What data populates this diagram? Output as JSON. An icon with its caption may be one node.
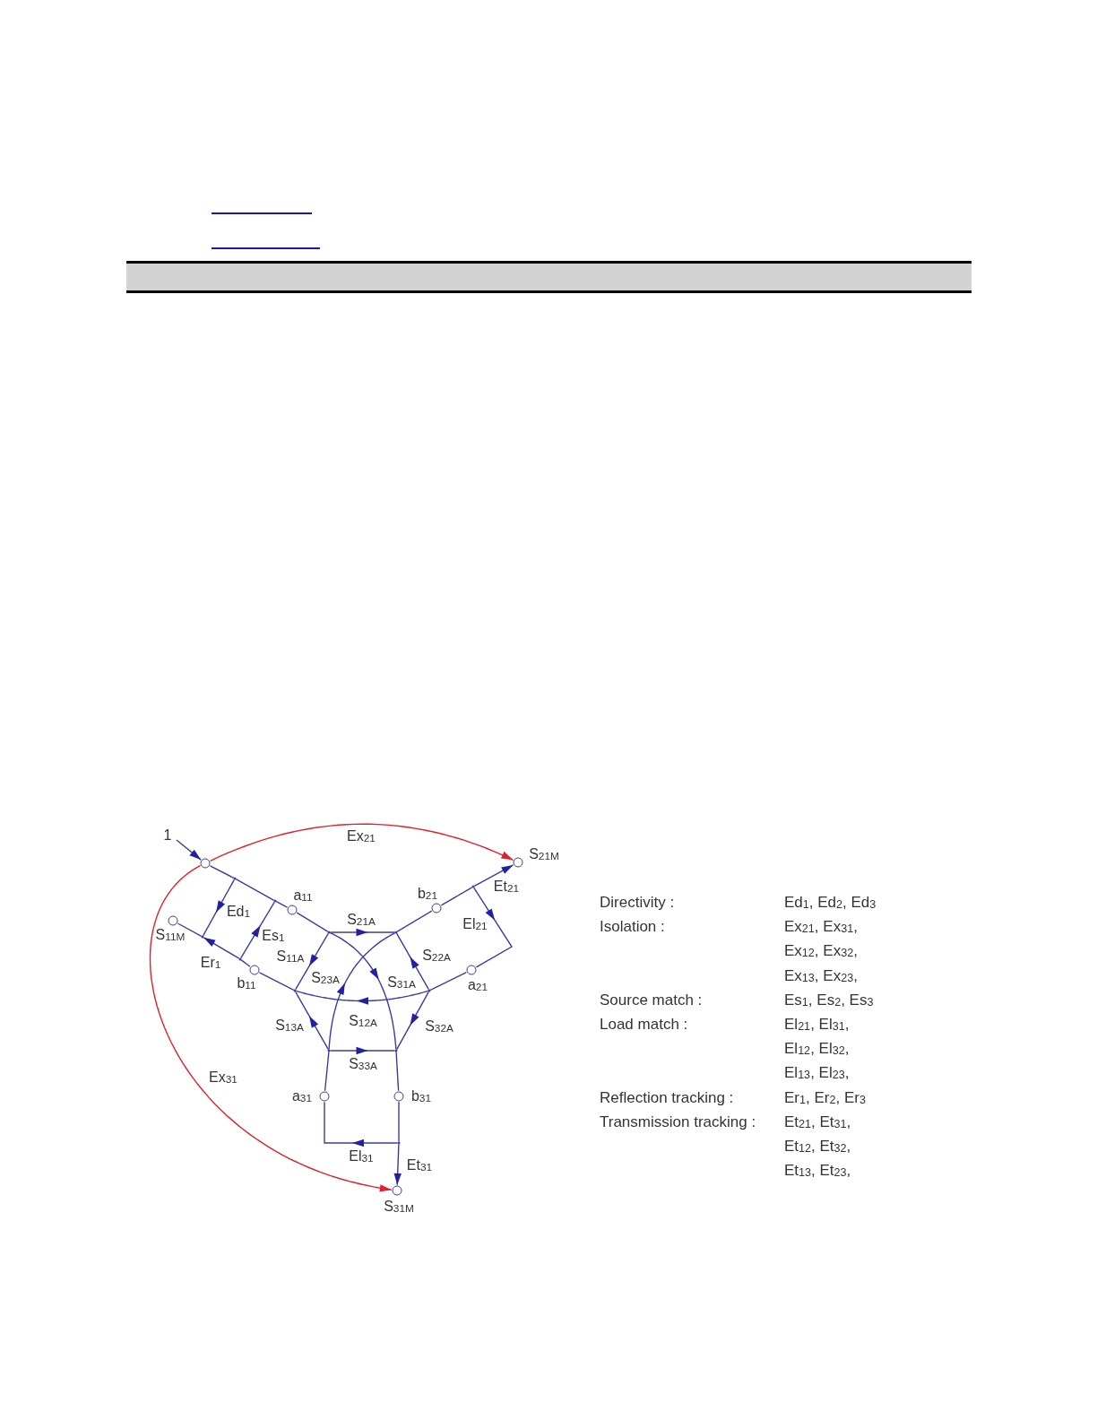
{
  "diagram": {
    "nodes": [
      {
        "text": [],
        "shape": "circle"
      },
      {
        "text": [],
        "shape": "circle",
        "beside": [
          "S$_{11M}$"
        ]
      },
      {
        "text": [],
        "shape": "point"
      },
      {
        "text": [],
        "shape": "point"
      },
      {
        "text": [],
        "shape": "circle",
        "beside": [
          "a$_{11}$"
        ]
      },
      {
        "text": [],
        "shape": "point"
      },
      {
        "text": [],
        "shape": "point"
      },
      {
        "text": [],
        "shape": "circle",
        "beside": [
          "b$_{11}$"
        ]
      },
      {
        "text": [],
        "shape": "point"
      },
      {
        "text": [],
        "shape": "point"
      },
      {
        "text": [],
        "shape": "point"
      },
      {
        "text": [],
        "shape": "point"
      },
      {
        "text": [],
        "shape": "point"
      },
      {
        "text": [],
        "shape": "point"
      },
      {
        "text": [],
        "shape": "circle",
        "beside": [
          "b$_{21}$"
        ]
      },
      {
        "text": [],
        "shape": "point"
      },
      {
        "text": [],
        "shape": "circle",
        "beside": [
          "S$_{21M}$"
        ]
      },
      {
        "text": [],
        "shape": "circle",
        "beside": [
          "a$_{21}$"
        ]
      },
      {
        "text": [],
        "shape": "circle",
        "beside": [
          "a$_{31}$"
        ]
      },
      {
        "text": [],
        "shape": "circle",
        "beside": [
          "b$_{31}$"
        ]
      },
      {
        "text": [],
        "shape": "point"
      },
      {
        "text": [],
        "shape": "circle",
        "beside": [
          "S$_{31M}$"
        ]
      }
    ],
    "edges": [
      {
        "from": null,
        "to": 0,
        "arrow": "to",
        "label": "1"
      },
      {
        "from": 0,
        "to": 2,
        "arrow": "none"
      },
      {
        "from": 2,
        "to": 3,
        "arrow": "none"
      },
      {
        "from": 3,
        "to": 4,
        "arrow": "none"
      },
      {
        "from": 4,
        "to": 8,
        "arrow": "none"
      },
      {
        "from": 2,
        "to": 5,
        "arrow": "to",
        "label": "Ed$_{1}$"
      },
      {
        "from": 6,
        "to": 3,
        "arrow": "to",
        "label": "Es$_{1}$"
      },
      {
        "from": 6,
        "to": 5,
        "arrow": "to",
        "label": "Er$_{1}$"
      },
      {
        "from": 5,
        "to": 1,
        "arrow": "none"
      },
      {
        "from": 7,
        "to": 6,
        "arrow": "none"
      },
      {
        "from": 10,
        "to": 7,
        "arrow": "none"
      },
      {
        "from": 8,
        "to": 9,
        "arrow": "to",
        "label": "S$_{21A}$"
      },
      {
        "from": 8,
        "to": 10,
        "arrow": "to",
        "label": "S$_{11A}$"
      },
      {
        "from": 8,
        "to": 13,
        "arrow": "to",
        "label": "S$_{31A}$"
      },
      {
        "from": 12,
        "to": 9,
        "arrow": "to",
        "label": "S$_{23A}$"
      },
      {
        "from": 12,
        "to": 10,
        "arrow": "to",
        "label": "S$_{13A}$"
      },
      {
        "from": 11,
        "to": 10,
        "arrow": "to",
        "label": "S$_{12A}$"
      },
      {
        "from": 11,
        "to": 9,
        "arrow": "to",
        "label": "S$_{22A}$"
      },
      {
        "from": 11,
        "to": 13,
        "arrow": "to",
        "label": "S$_{32A}$"
      },
      {
        "from": 12,
        "to": 13,
        "arrow": "to",
        "label": "S$_{33A}$"
      },
      {
        "from": 9,
        "to": 14,
        "arrow": "none"
      },
      {
        "from": 14,
        "to": 15,
        "arrow": "none"
      },
      {
        "from": 15,
        "to": 16,
        "arrow": "to",
        "label": "Et$_{21}$"
      },
      {
        "from": 15,
        "to": 17,
        "arrow": "to",
        "label": "El$_{21}$"
      },
      {
        "from": 17,
        "to": 11,
        "arrow": "none"
      },
      {
        "from": 18,
        "to": 12,
        "arrow": "none"
      },
      {
        "from": 13,
        "to": 19,
        "arrow": "none"
      },
      {
        "from": 19,
        "to": 20,
        "arrow": "none"
      },
      {
        "from": 20,
        "to": 18,
        "arrow": "to",
        "label": "El$_{31}$"
      },
      {
        "from": 20,
        "to": 21,
        "arrow": "to",
        "label": "Et$_{31}$"
      },
      {
        "from": 0,
        "to": 16,
        "arrow": "to",
        "label": "Ex$_{21}$",
        "color": "#e0202a"
      },
      {
        "from": 0,
        "to": 21,
        "arrow": "to",
        "label": "Ex$_{31}$",
        "color": "#e0202a"
      }
    ],
    "labels": [
      "Directivity :",
      "Ed$_{1}$, Ed$_{2}$, Ed$_{3}$",
      "Isolation :",
      "Ex$_{21}$, Ex$_{31}$,",
      "Ex$_{12}$, Ex$_{32}$,",
      "Ex$_{13}$, Ex$_{23}$,",
      "Source match :",
      "Es$_{1}$, Es$_{2}$, Es$_{3}$",
      "Load match :",
      "El$_{21}$, El$_{31}$,",
      "El$_{12}$, El$_{32}$,",
      "El$_{13}$, El$_{23}$,",
      "Reflection tracking :",
      "Er$_{1}$, Er$_{2}$, Er$_{3}$",
      "Transmission tracking :",
      "Et$_{21}$, Et$_{31}$,",
      "Et$_{12}$, Et$_{32}$,",
      "Et$_{13}$, Et$_{23}$,"
    ]
  }
}
